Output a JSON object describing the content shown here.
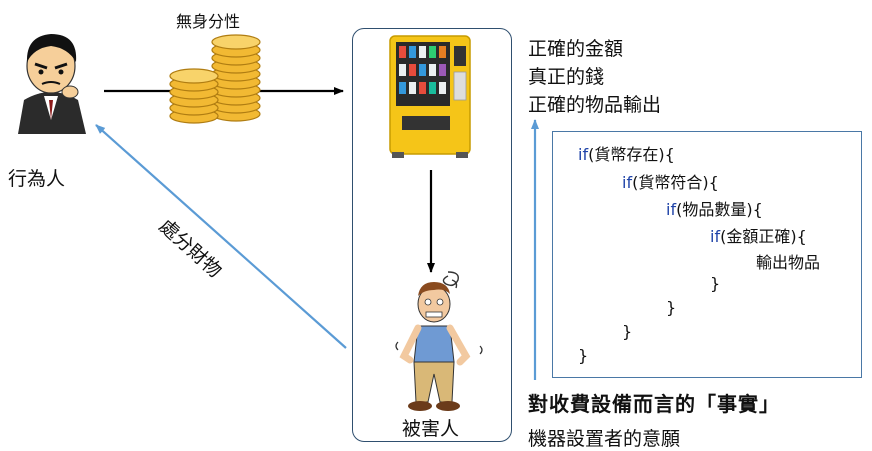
{
  "actor": {
    "label": "行為人"
  },
  "coins": {
    "label": "無身分性"
  },
  "victim": {
    "label": "被害人"
  },
  "diagonal": {
    "label": "處分財物"
  },
  "right_list": [
    "正確的金額",
    "真正的錢",
    "正確的物品輸出"
  ],
  "code": {
    "line1_kw": "if",
    "line1_rest": "(貨幣存在){",
    "line2_kw": "if",
    "line2_rest": "(貨幣符合){",
    "line3_kw": "if",
    "line3_rest": "(物品數量){",
    "line4_kw": "if",
    "line4_rest": "(金額正確){",
    "line5": "輸出物品",
    "close": "}"
  },
  "facts": {
    "heading": "對收費設備而言的「事實」",
    "subtitle": "機器設置者的意願"
  },
  "icons": [
    "thief-man-icon",
    "gold-coins-icon",
    "vending-machine-icon",
    "confused-man-icon"
  ],
  "colors": {
    "arrow_black": "#000000",
    "arrow_blue": "#5b9bd5",
    "box_border": "#4a78a6",
    "keyword": "#1f43a8"
  }
}
